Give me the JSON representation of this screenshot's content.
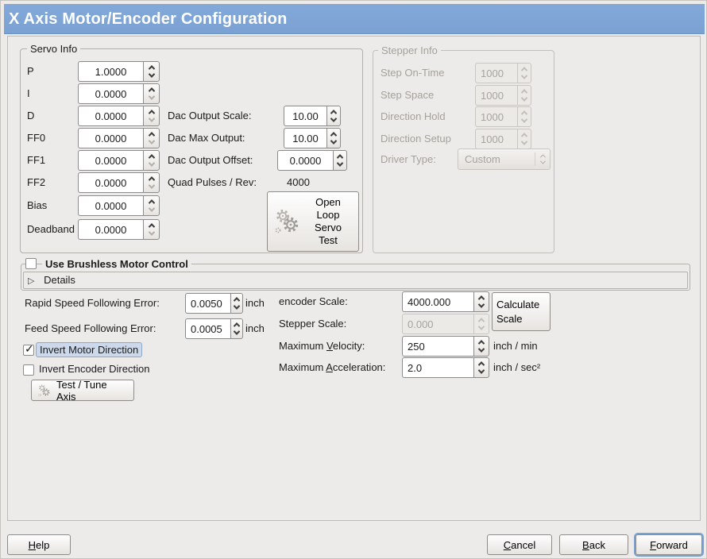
{
  "window": {
    "title": "X Axis Motor/Encoder Configuration"
  },
  "colors": {
    "titlebar": "#7aa1d2",
    "content_frame_border": "#a9bedb",
    "selection_bg": "#ccd9ec",
    "selection_border": "#8fa8c8",
    "disabled_text": "#a7a39e"
  },
  "icons": {
    "check": "✓",
    "expander": "▷"
  },
  "servo_info": {
    "title": "Servo Info",
    "rows": [
      {
        "label": "P",
        "value": "1.0000"
      },
      {
        "label": "I",
        "value": "0.0000"
      },
      {
        "label": "D",
        "value": "0.0000"
      },
      {
        "label": "FF0",
        "value": "0.0000"
      },
      {
        "label": "FF1",
        "value": "0.0000"
      },
      {
        "label": "FF2",
        "value": "0.0000"
      },
      {
        "label": "Bias",
        "value": "0.0000"
      },
      {
        "label": "Deadband",
        "value": "0.0000"
      }
    ],
    "dac_output_scale": {
      "label": "Dac Output Scale:",
      "value": "10.00"
    },
    "dac_max_output": {
      "label": "Dac Max Output:",
      "value": "10.00"
    },
    "dac_output_offset": {
      "label": "Dac Output Offset:",
      "value": "0.0000"
    },
    "quad_pulses": {
      "label": "Quad Pulses / Rev:",
      "value": "4000"
    },
    "open_loop_button_lines": [
      "Open",
      "Loop",
      "Servo",
      "Test"
    ]
  },
  "stepper_info": {
    "title": "Stepper Info",
    "rows": [
      {
        "label": "Step On-Time",
        "value": "1000"
      },
      {
        "label": "Step Space",
        "value": "1000"
      },
      {
        "label": "Direction Hold",
        "value": "1000"
      },
      {
        "label": "Direction Setup",
        "value": "1000"
      }
    ],
    "driver_type": {
      "label": "Driver Type:",
      "value": "Custom"
    }
  },
  "brushless": {
    "checkbox_label": "Use Brushless Motor Control",
    "checked": false,
    "details_label": "Details"
  },
  "following_error": {
    "rapid": {
      "label": "Rapid Speed Following Error:",
      "value": "0.0050",
      "unit": "inch"
    },
    "feed": {
      "label": "Feed Speed Following Error:",
      "value": "0.0005",
      "unit": "inch"
    }
  },
  "scale_section": {
    "encoder_scale": {
      "label": "encoder Scale:",
      "value": "4000.000"
    },
    "calculate_button_lines": [
      "Calculate",
      "Scale"
    ],
    "stepper_scale": {
      "label": "Stepper Scale:",
      "value": "0.000"
    },
    "max_velocity": {
      "label": {
        "text": "Maximum Velocity:",
        "u": 8
      },
      "value": "250",
      "unit": "inch / min"
    },
    "max_accel": {
      "label": {
        "text": "Maximum Acceleration:",
        "u": 8
      },
      "value": "2.0",
      "unit": "inch / sec²"
    }
  },
  "options": {
    "invert_motor": {
      "label": "Invert Motor Direction",
      "checked": true
    },
    "invert_encoder": {
      "label": "Invert Encoder Direction",
      "checked": false
    },
    "test_tune_button": "Test / Tune Axis"
  },
  "footer": {
    "help": {
      "text": "Help",
      "u": 0
    },
    "cancel": {
      "text": "Cancel",
      "u": 0
    },
    "back": {
      "text": "Back",
      "u": 0
    },
    "forward": {
      "text": "Forward",
      "u": 0
    }
  }
}
